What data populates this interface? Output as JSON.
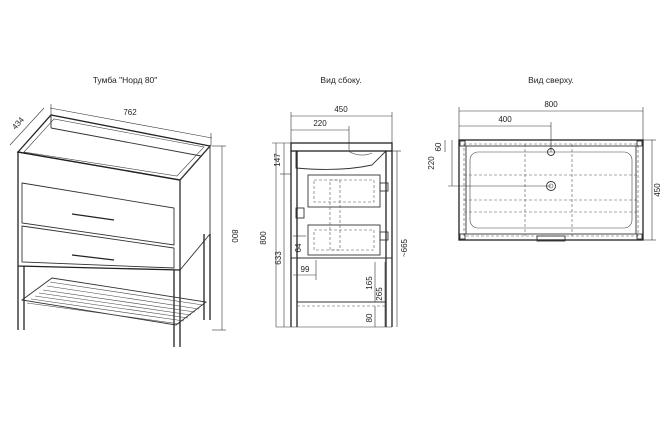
{
  "titles": {
    "front": "Тумба \"Норд 80\"",
    "side": "Вид сбоку.",
    "top": "Вид сверху."
  },
  "iso_dims": {
    "width": "762",
    "depth": "434",
    "height": "800"
  },
  "side_dims": {
    "width": "450",
    "inner": "220",
    "h147": "147",
    "h800": "800",
    "h633": "633",
    "h64": "64",
    "h99": "99",
    "h665": "~665",
    "h165": "165",
    "h265": "265",
    "h80": "80"
  },
  "top_dims": {
    "width": "800",
    "inner": "400",
    "h60": "60",
    "h220": "220",
    "depth": "450"
  }
}
